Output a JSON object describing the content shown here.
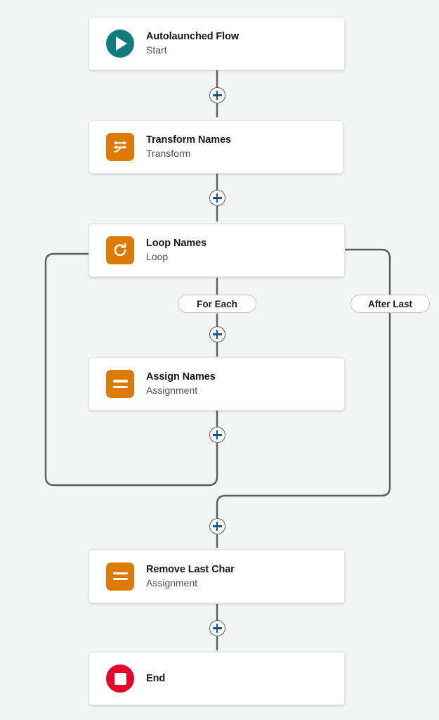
{
  "canvas": {
    "background_color": "#f3f4f4",
    "connector_color": "#5c5c5c",
    "plus_accent_color": "#14538e"
  },
  "flow": {
    "nodes": [
      {
        "id": "start",
        "title": "Autolaunched Flow",
        "subtitle": "Start",
        "icon": "play-start-icon",
        "icon_color": "#0f7d7d"
      },
      {
        "id": "transform",
        "title": "Transform Names",
        "subtitle": "Transform",
        "icon": "transform-icon",
        "icon_color": "#dd7a01"
      },
      {
        "id": "loop",
        "title": "Loop Names",
        "subtitle": "Loop",
        "icon": "loop-icon",
        "icon_color": "#dd7a01"
      },
      {
        "id": "assign-names",
        "title": "Assign Names",
        "subtitle": "Assignment",
        "icon": "assignment-icon",
        "icon_color": "#dd7a01"
      },
      {
        "id": "remove-last-char",
        "title": "Remove Last Char",
        "subtitle": "Assignment",
        "icon": "assignment-icon",
        "icon_color": "#dd7a01"
      },
      {
        "id": "end",
        "title": "End",
        "subtitle": "",
        "icon": "stop-end-icon",
        "icon_color": "#e8002a"
      }
    ],
    "branch_labels": [
      {
        "id": "for-each",
        "label": "For Each"
      },
      {
        "id": "after-last",
        "label": "After Last"
      }
    ],
    "connectors": [
      {
        "id": "add-after-start",
        "label": "+"
      },
      {
        "id": "add-after-transform",
        "label": "+"
      },
      {
        "id": "add-after-loop-for-each",
        "label": "+"
      },
      {
        "id": "add-after-assign-names",
        "label": "+"
      },
      {
        "id": "add-after-loop-merge",
        "label": "+"
      },
      {
        "id": "add-after-remove-last-char",
        "label": "+"
      }
    ]
  }
}
